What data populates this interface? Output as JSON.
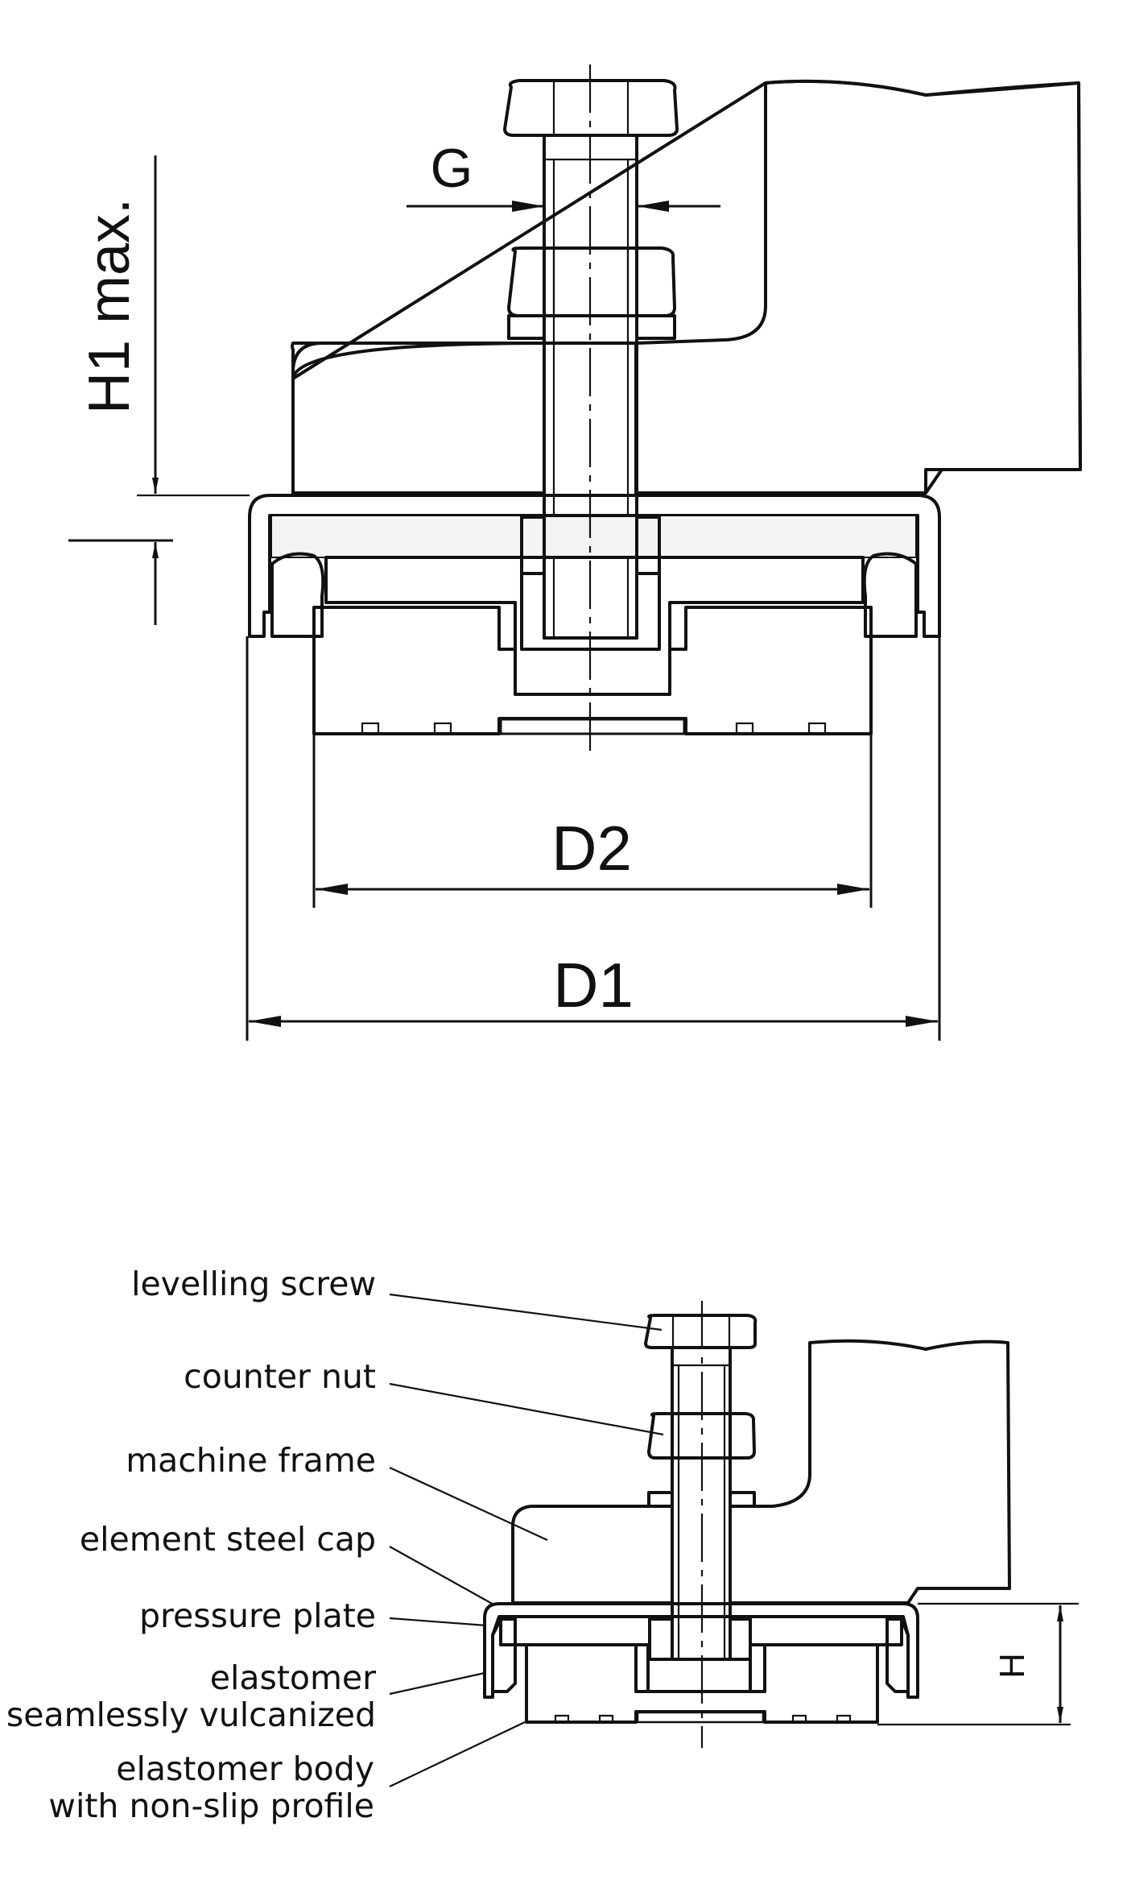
{
  "figure": {
    "title": "Levelling element cross-section",
    "colors": {
      "ink": "#111111",
      "fill_light": "#eeeeee",
      "background": "#ffffff"
    }
  },
  "top_diagram": {
    "dimensions": {
      "thread": "G",
      "height_max": "H1 max.",
      "outer_diameter": "D1",
      "base_diameter": "D2"
    }
  },
  "bottom_diagram": {
    "dimensions": {
      "height": "H"
    },
    "callouts": [
      {
        "lines": [
          "levelling screw"
        ]
      },
      {
        "lines": [
          "counter nut"
        ]
      },
      {
        "lines": [
          "machine frame"
        ]
      },
      {
        "lines": [
          "element steel cap"
        ]
      },
      {
        "lines": [
          "pressure plate"
        ]
      },
      {
        "lines": [
          "elastomer",
          "seamlessly vulcanized"
        ]
      },
      {
        "lines": [
          "elastomer body",
          "with non-slip profile"
        ]
      }
    ]
  }
}
